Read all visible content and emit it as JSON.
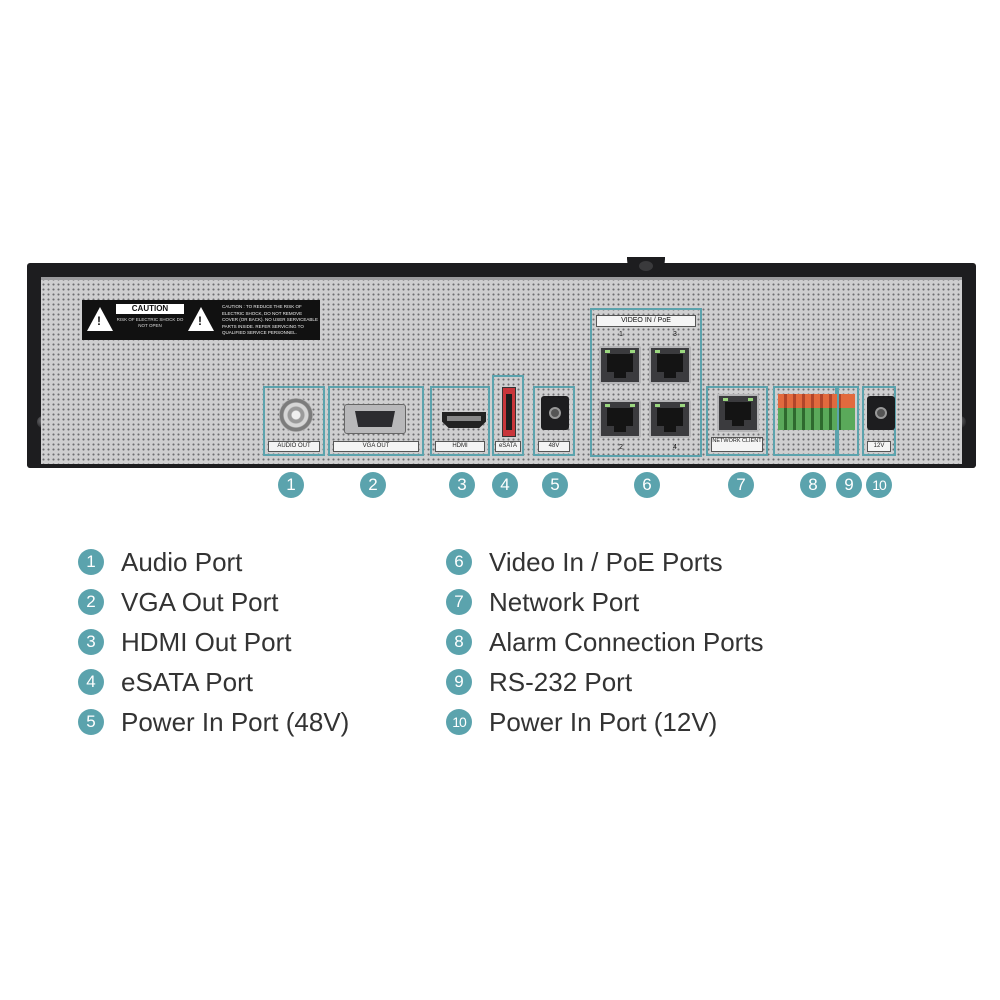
{
  "device": {
    "caution_label": {
      "heading": "CAUTION",
      "sub": "RISK OF ELECTRIC SHOCK DO NOT OPEN",
      "text": "CAUTION : TO REDUCE THE RISK OF ELECTRIC SHOCK, DO NOT REMOVE COVER (OR BACK). NO USER SERVICEABLE PARTS INSIDE. REFER SERVICING TO QUALIFIED SERVICE PERSONNEL."
    },
    "port_labels": {
      "audio_out": "AUDIO OUT",
      "vga_out": "VGA OUT",
      "hdmi": "HDMI",
      "esata": "eSATA",
      "power_48v": "48V",
      "video_in_poe": "VIDEO IN / PoE",
      "poe_1": "1",
      "poe_3": "3",
      "poe_2": "2",
      "poe_4": "4",
      "network_client": "NETWORK CLIENT",
      "power_12v": "12V"
    },
    "accent_color": "#5ba3ad"
  },
  "markers": [
    "1",
    "2",
    "3",
    "4",
    "5",
    "6",
    "7",
    "8",
    "9",
    "10"
  ],
  "legend": {
    "left": [
      {
        "num": "1",
        "label": "Audio Port"
      },
      {
        "num": "2",
        "label": "VGA Out Port"
      },
      {
        "num": "3",
        "label": "HDMI Out Port"
      },
      {
        "num": "4",
        "label": "eSATA Port"
      },
      {
        "num": "5",
        "label": "Power In Port (48V)"
      }
    ],
    "right": [
      {
        "num": "6",
        "label": "Video In / PoE Ports"
      },
      {
        "num": "7",
        "label": "Network Port"
      },
      {
        "num": "8",
        "label": "Alarm Connection Ports"
      },
      {
        "num": "9",
        "label": "RS-232 Port"
      },
      {
        "num": "10",
        "label": "Power In Port (12V)"
      }
    ]
  }
}
